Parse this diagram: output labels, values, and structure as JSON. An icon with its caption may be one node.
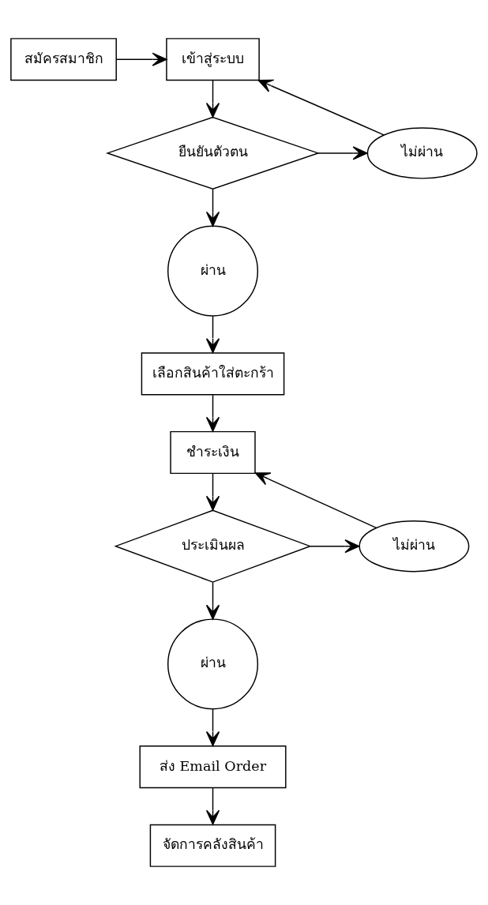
{
  "diagram": {
    "nodes": [
      {
        "text": [
          "เข้าสู่ระบบ"
        ]
      },
      {
        "text": [
          "สมัครสมาชิก"
        ]
      },
      {
        "text": [
          "ยืนยันตัวตน"
        ]
      },
      {
        "text": [
          "ไม่ผ่าน"
        ]
      },
      {
        "text": [
          "ผ่าน"
        ]
      },
      {
        "text": [
          "เลือกสินค้าใส่ตะกร้า"
        ]
      },
      {
        "text": [
          "ชำระเงิน"
        ]
      },
      {
        "text": [
          "ประเมินผล"
        ]
      },
      {
        "text": [
          "ไม่ผ่าน"
        ]
      },
      {
        "text": [
          "ผ่าน"
        ]
      },
      {
        "text": [
          "ส่ง Email Order"
        ]
      },
      {
        "text": [
          "จัดการคลังสินค้า"
        ]
      }
    ],
    "edges": [
      {
        "from": 1,
        "to": 0,
        "arrow": "to"
      },
      {
        "from": 0,
        "to": 2,
        "arrow": "to"
      },
      {
        "from": 2,
        "to": 3,
        "arrow": "to"
      },
      {
        "from": 3,
        "to": 0,
        "arrow": "to"
      },
      {
        "from": 2,
        "to": 4,
        "arrow": "to"
      },
      {
        "from": 4,
        "to": 5,
        "arrow": "to"
      },
      {
        "from": 5,
        "to": 6,
        "arrow": "to"
      },
      {
        "from": 6,
        "to": 7,
        "arrow": "to"
      },
      {
        "from": 7,
        "to": 8,
        "arrow": "to"
      },
      {
        "from": 8,
        "to": 6,
        "arrow": "to"
      },
      {
        "from": 7,
        "to": 9,
        "arrow": "to"
      },
      {
        "from": 9,
        "to": 10,
        "arrow": "to"
      },
      {
        "from": 10,
        "to": 11,
        "arrow": "to"
      }
    ]
  }
}
